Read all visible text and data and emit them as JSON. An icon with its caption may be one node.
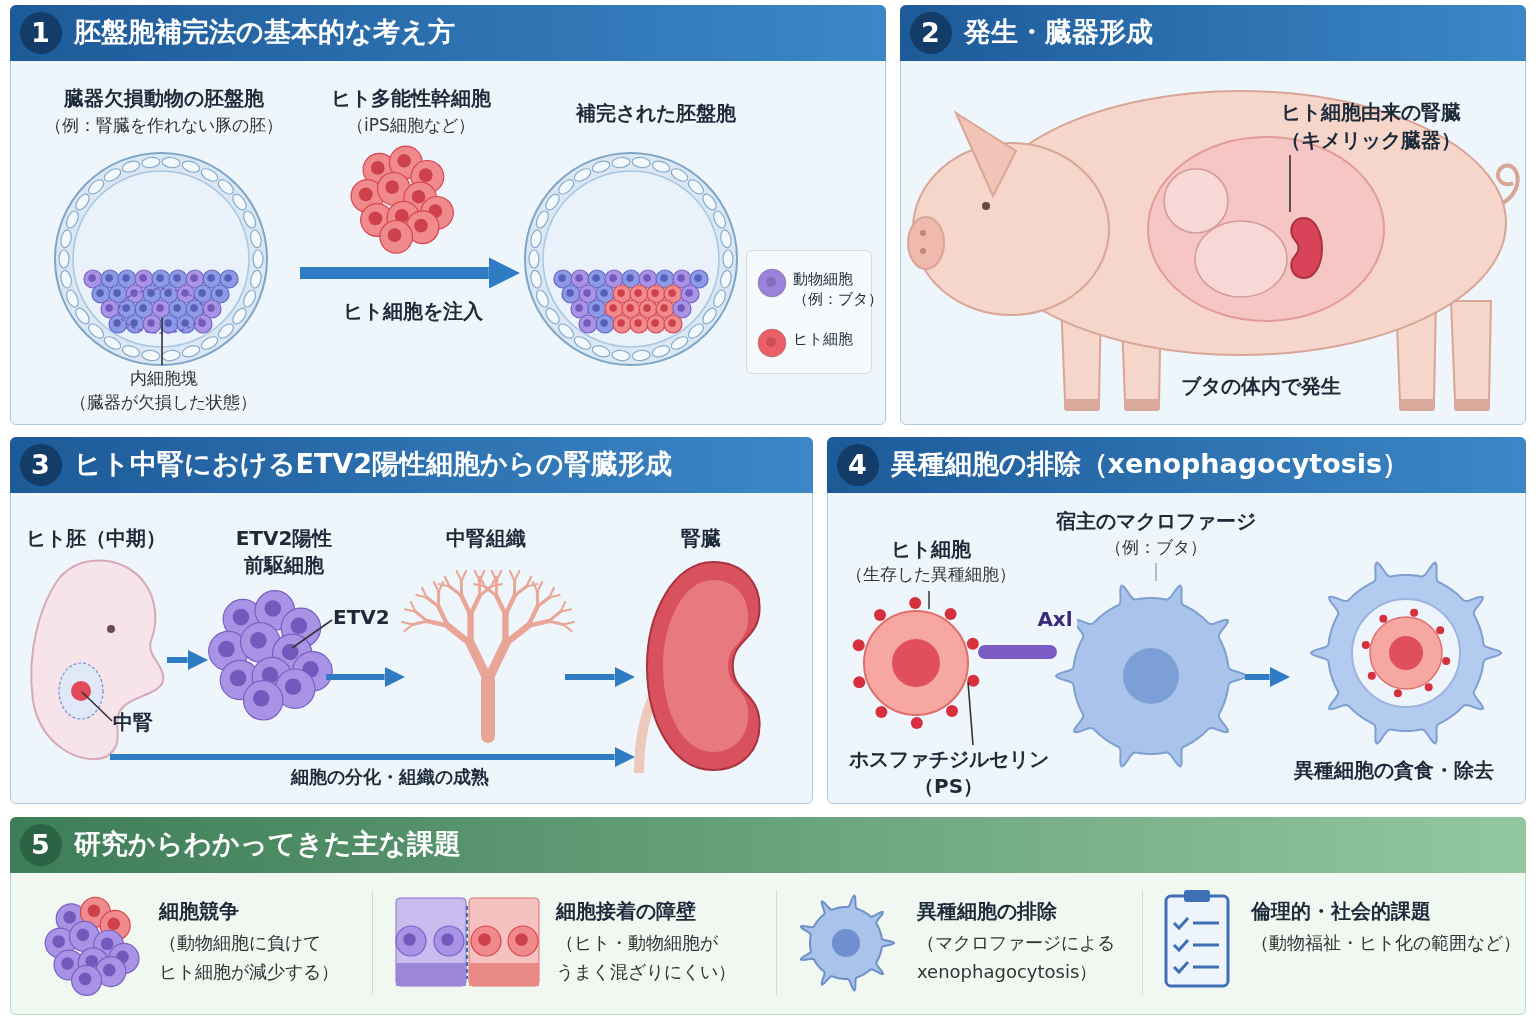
{
  "diagram": {
    "nodes": [
      {
        "text": [
          "1",
          "胚盤胞補完法の基本的な考え方"
        ]
      },
      {
        "text": [
          "臓器欠損動物の胚盤胞",
          "（例：腎臓を作れない豚の胚）"
        ],
        "in": 0
      },
      {
        "text": [
          "ヒト多能性幹細胞",
          "（iPS細胞など）"
        ],
        "in": 0
      },
      {
        "text": [
          "補完された胚盤胞"
        ],
        "in": 0
      },
      {
        "text": [
          "内細胞塊",
          "（臓器が欠損した状態）"
        ],
        "in": 0
      },
      {
        "text": [
          "2",
          "発生・臓器形成"
        ]
      },
      {
        "text": [],
        "shape": "picture",
        "beside": [
          "ブタの体内で発生"
        ],
        "in": 5
      },
      {
        "text": [
          "ヒト細胞由来の腎臓",
          "（キメリック臓器）"
        ],
        "in": 6
      },
      {
        "text": [
          "3",
          "ヒト中腎におけるETV2陽性細胞からの腎臓形成"
        ]
      },
      {
        "text": [
          "ヒト胚（中期）"
        ],
        "in": 8
      },
      {
        "text": [
          "中腎"
        ],
        "in": 8
      },
      {
        "text": [
          "ETV2陽性前駆細胞"
        ],
        "in": 8
      },
      {
        "text": [
          "ETV2"
        ],
        "in": 8
      },
      {
        "text": [
          "中腎組織"
        ],
        "in": 8
      },
      {
        "text": [
          "腎臓"
        ],
        "in": 8
      },
      {
        "text": [
          "4",
          "異種細胞の排除（xenophagocytosis）"
        ]
      },
      {
        "text": [
          "ヒト細胞",
          "（生存した異種細胞）"
        ],
        "in": 15
      },
      {
        "text": [
          "宿主のマクロファージ",
          "（例：ブタ）"
        ],
        "in": 15
      },
      {
        "text": [
          "異種細胞の貪食・除去"
        ],
        "in": 15
      },
      {
        "text": [
          "ホスファチジルセリン（PS）"
        ],
        "in": 15
      },
      {
        "text": [
          "5",
          "研究からわかってきた主な課題"
        ]
      },
      {
        "text": [
          "細胞競争",
          "（動物細胞に負けてヒト細胞が減少する）"
        ],
        "in": 20
      },
      {
        "text": [
          "細胞接着の障壁",
          "（ヒト・動物細胞がうまく混ざりにくい）"
        ],
        "in": 20
      },
      {
        "text": [
          "異種細胞の排除",
          "（マクロファージによるxenophagocytosis）"
        ],
        "in": 20
      },
      {
        "text": [
          "倫理的・社会的課題",
          "（動物福祉・ヒト化の範囲など）"
        ],
        "in": 20
      }
    ],
    "edges": [
      {
        "from": 1,
        "to": 3,
        "arrow": "to",
        "label": "ヒト細胞を注入",
        "style": "thick"
      },
      {
        "from": 4,
        "to": 1,
        "arrow": "none",
        "color": "#333333"
      },
      {
        "from": 7,
        "to": 6,
        "arrow": "none",
        "color": "#333333"
      },
      {
        "from": 9,
        "to": 11,
        "arrow": "to"
      },
      {
        "from": 11,
        "to": 13,
        "arrow": "to"
      },
      {
        "from": 13,
        "to": 14,
        "arrow": "to"
      },
      {
        "from": 9,
        "to": 14,
        "arrow": "to",
        "label": "細胞の分化・組織の成熟"
      },
      {
        "from": 10,
        "to": 9,
        "arrow": "none",
        "color": "#333333"
      },
      {
        "from": 12,
        "to": 11,
        "arrow": "none",
        "color": "#333333"
      },
      {
        "from": 16,
        "to": 17,
        "arrow": "none",
        "label": "Axl",
        "style": "thick",
        "color": "#7b5cc4"
      },
      {
        "from": 19,
        "to": 16,
        "arrow": "none",
        "color": "#333333"
      },
      {
        "from": 17,
        "to": 18,
        "arrow": "to"
      }
    ],
    "legend": [
      {
        "text": "動物細胞（例：ブタ）",
        "color": "#9b82dc"
      },
      {
        "text": "ヒト細胞",
        "color": "#ec5f66"
      }
    ]
  }
}
